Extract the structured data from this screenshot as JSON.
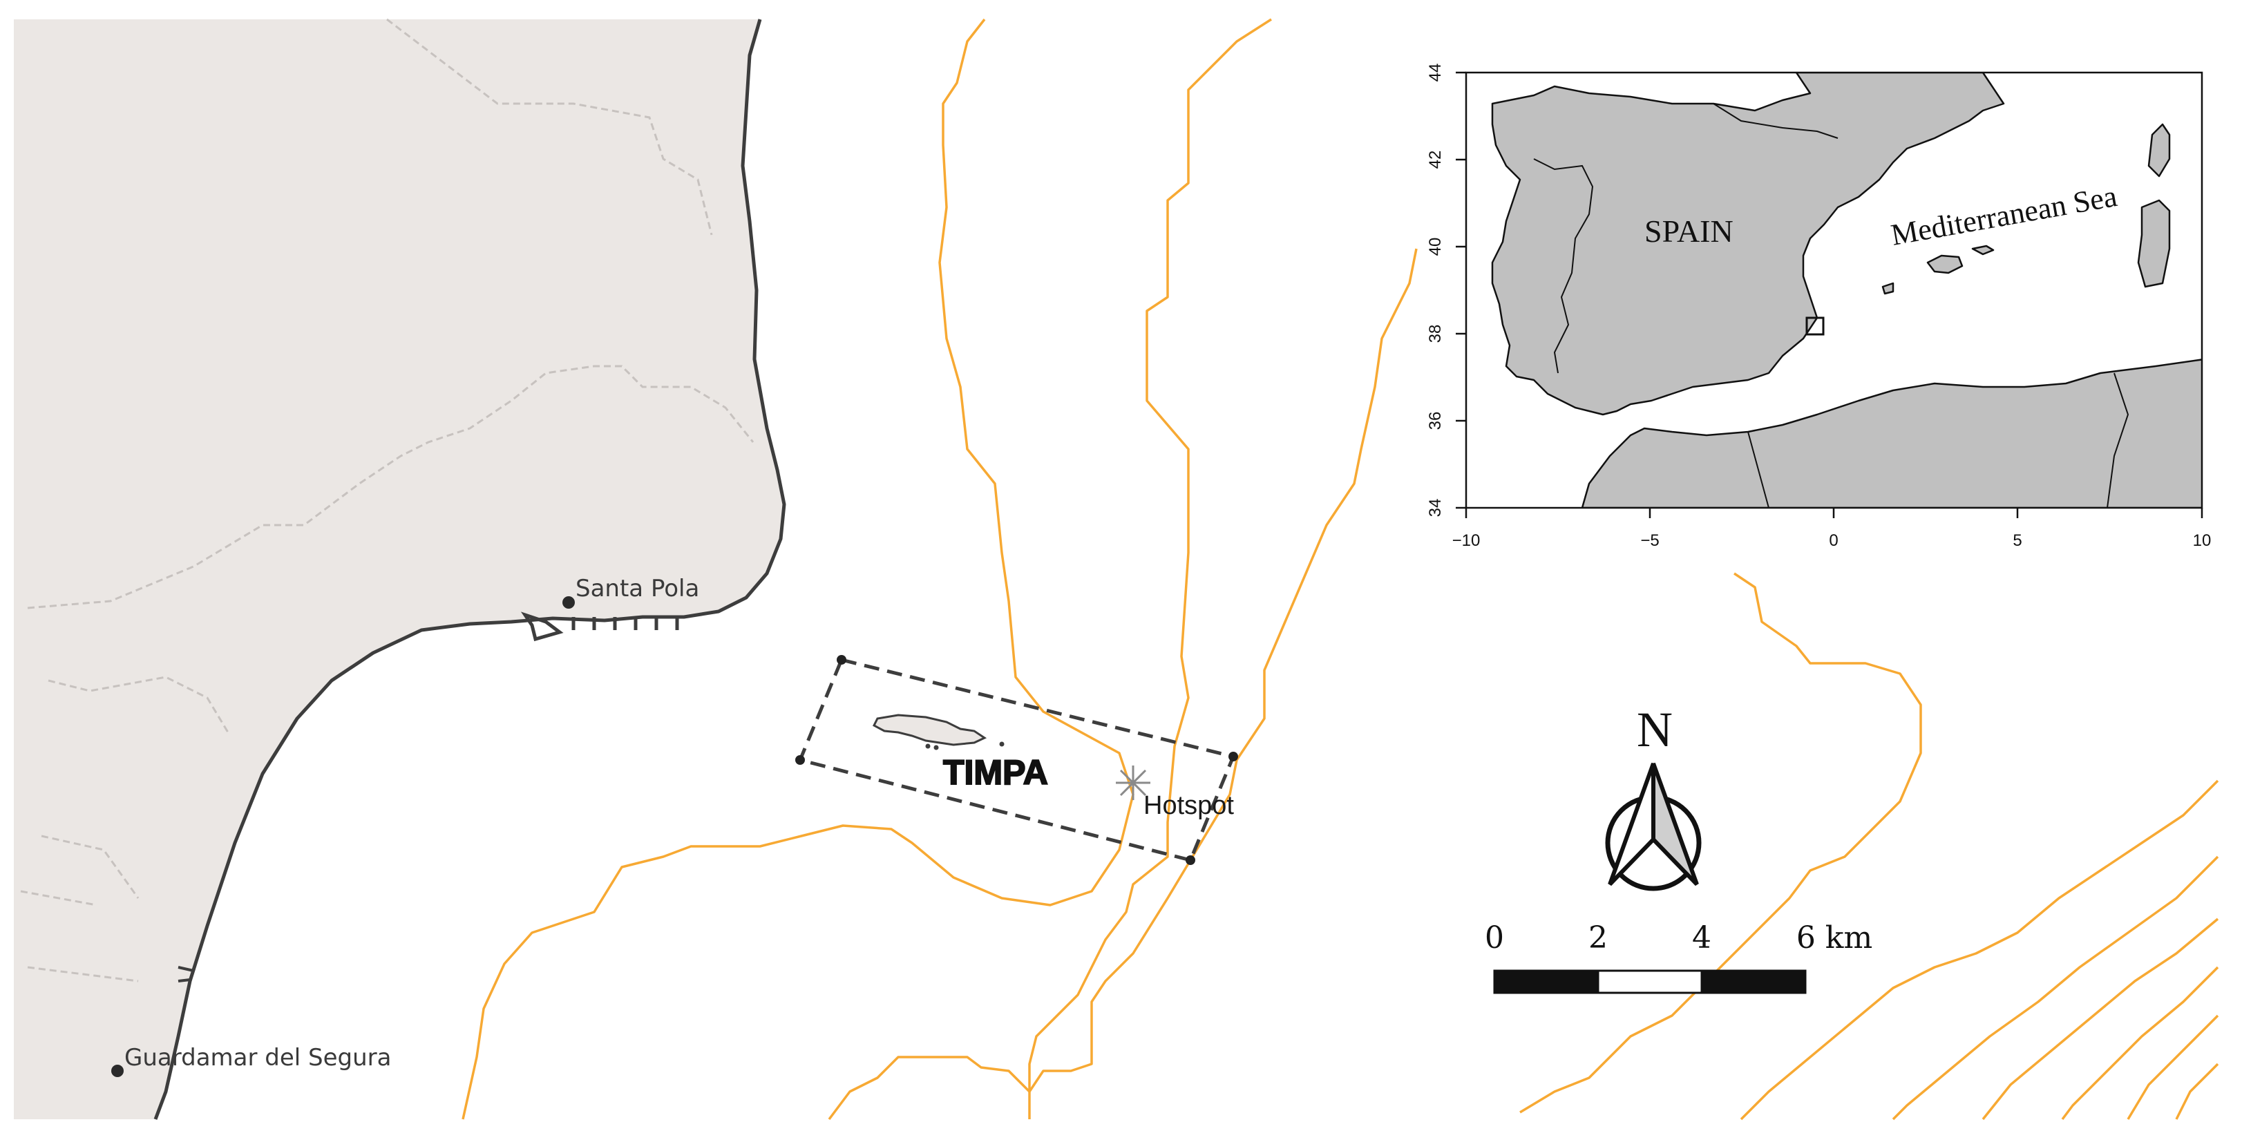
{
  "places": {
    "santa_pola": "Santa Pola",
    "guardamar": "Guardamar del Segura"
  },
  "study_area": {
    "island_label": "TIMPA",
    "hotspot_label": "Hotspot"
  },
  "inset": {
    "country_label": "SPAIN",
    "sea_label": "Mediterranean Sea",
    "x_ticks": [
      "−10",
      "−5",
      "0",
      "5",
      "10"
    ],
    "y_ticks": [
      "34",
      "36",
      "38",
      "40",
      "42",
      "44"
    ]
  },
  "north_arrow": {
    "letter": "N"
  },
  "scale_bar": {
    "labels": [
      "0",
      "2",
      "4",
      "6 km"
    ]
  },
  "colors": {
    "land": "#ebe7e4",
    "coast": "#3d3d3d",
    "border": "#c7c2bf",
    "isobath": "#f7a933",
    "inset_land": "#c0c0c0"
  }
}
